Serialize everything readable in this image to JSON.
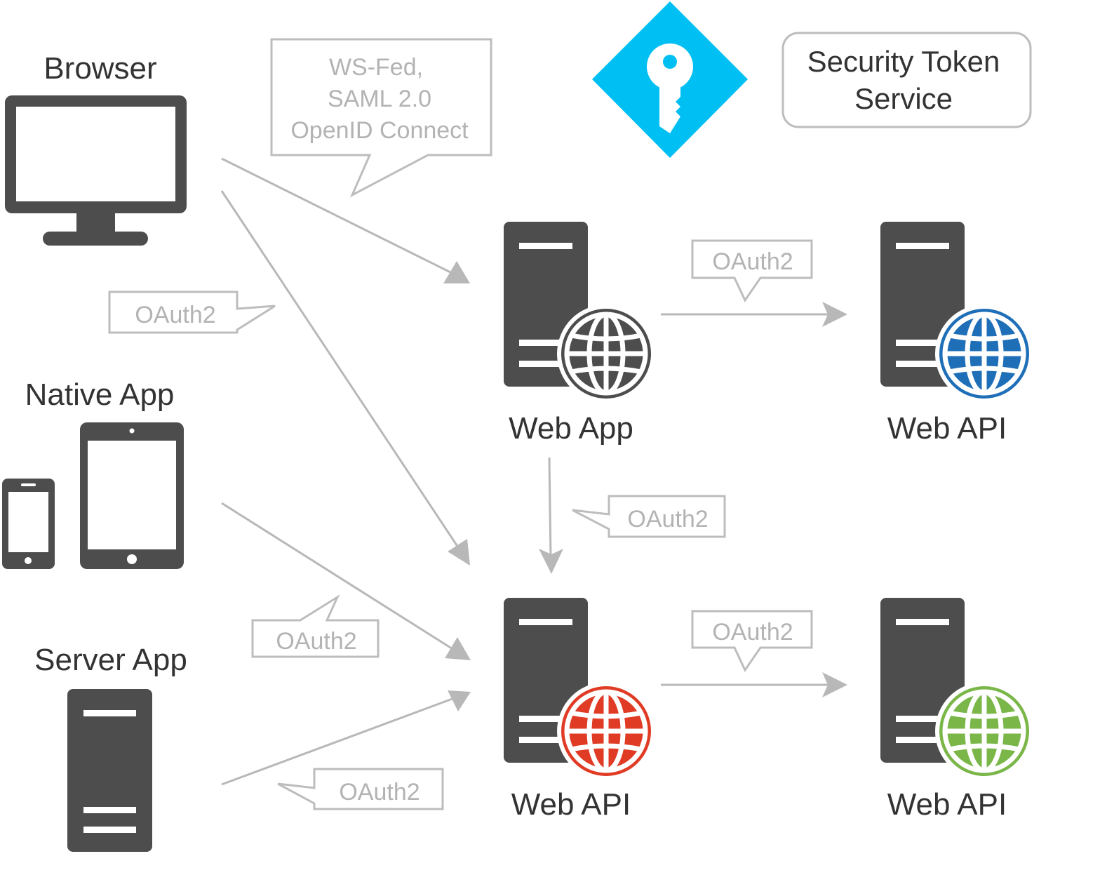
{
  "nodes": {
    "browser": "Browser",
    "native_app": "Native App",
    "server_app": "Server App",
    "web_app": "Web App",
    "web_api_middle": "Web API",
    "web_api_top_right": "Web API",
    "web_api_bottom_right": "Web API"
  },
  "sts": {
    "line1": "Security Token",
    "line2": "Service"
  },
  "protocols": {
    "line1": "WS-Fed,",
    "line2": "SAML 2.0",
    "line3": "OpenID Connect"
  },
  "oauth_labels": {
    "browser_to_webapi": "OAuth2",
    "webapp_to_webapi_top": "OAuth2",
    "webapp_to_webapi_down": "OAuth2",
    "native_to_webapi": "OAuth2",
    "webapi_to_webapi_bottom": "OAuth2",
    "server_to_webapi": "OAuth2"
  },
  "colors": {
    "sts_key": "#00bff3",
    "globe_web_app": "#4d4d4d",
    "globe_top_right": "#1f6fb8",
    "globe_middle": "#e03b24",
    "globe_bottom_right": "#7ab648",
    "device": "#4d4d4d"
  }
}
